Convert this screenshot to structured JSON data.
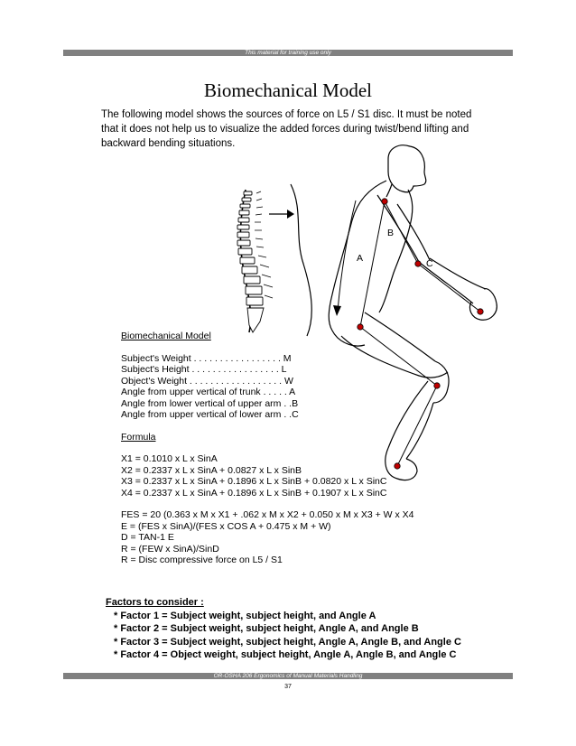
{
  "header": {
    "note": "This material for training use only"
  },
  "title": "Biomechanical Model",
  "intro_lines": [
    "The following model shows the sources of force on L5 / S1 disc.  It must be noted",
    "that it does not help us to visualize the added forces during twist/bend lifting and",
    "backward bending situations."
  ],
  "figure_labels": {
    "a": "A",
    "b": "B",
    "c": "C"
  },
  "model": {
    "heading": "Biomechanical Model",
    "definitions": [
      "Subject's Weight . . . . . . . . . . . . . . . . . M",
      "Subject's Height . . . . . . . . . . . . . . . . .  L",
      "Object's Weight . . . . . . . . . . . . . . . . . . W",
      "Angle from upper vertical of trunk . . . . . A",
      "Angle from lower vertical of upper arm . .B",
      "Angle from upper vertical of lower arm . .C"
    ],
    "formula_heading": "Formula",
    "formulas_x": [
      "X1 = 0.1010 x L x SinA",
      "X2 = 0.2337 x L x SinA + 0.0827 x L x SinB",
      "X3 = 0.2337 x L x SinA + 0.1896 x L x SinB + 0.0820 x L x SinC",
      "X4 = 0.2337 x L x SinA + 0.1896 x L x SinB + 0.1907 x L x SinC"
    ],
    "formulas_f": [
      "FES = 20 (0.363 x M x X1 + .062 x M x X2 + 0.050 x M x X3 + W x X4",
      "E = (FES x SinA)/(FES x COS A + 0.475 x M + W)",
      "D = TAN-1 E",
      "R = (FEW x SinA)/SinD",
      "R = Disc compressive force on L5 / S1"
    ]
  },
  "factors": {
    "heading": "Factors to consider :",
    "items": [
      "* Factor 1 = Subject weight, subject height, and Angle A",
      "* Factor 2 = Subject weight, subject height, Angle A, and Angle B",
      "* Factor 3 = Subject weight, subject height, Angle A, Angle B, and Angle C",
      "* Factor 4 = Object weight, subject height, Angle A, Angle B, and Angle C"
    ]
  },
  "footer": {
    "note": "OR-OSHA 206  Ergonomics of Manual Materials Handling",
    "page_number": "37"
  }
}
